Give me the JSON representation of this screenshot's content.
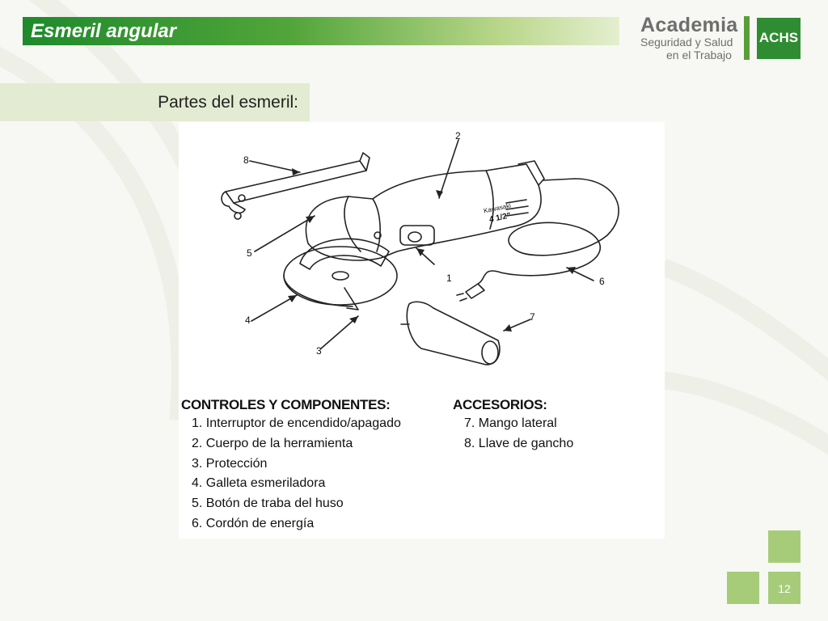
{
  "slide": {
    "title": "Esmeril angular",
    "subtitle": "Partes del esmeril:",
    "page_number": "12"
  },
  "logo": {
    "name": "Academia",
    "line1": "Seguridad y Salud",
    "line2": "en el Trabajo",
    "badge": "ACHS"
  },
  "figure": {
    "callouts": [
      "1",
      "2",
      "3",
      "4",
      "5",
      "6",
      "7",
      "8"
    ],
    "brand_text": "Kawasaki",
    "size_text": "4 1/2\"",
    "controls_heading": "CONTROLES Y COMPONENTES:",
    "controls": [
      "1. Interruptor de encendido/apagado",
      "2. Cuerpo de la herramienta",
      "3. Protección",
      "4. Galleta esmeriladora",
      "5. Botón de traba del huso",
      "6. Cordón de energía"
    ],
    "accessories_heading": "ACCESORIOS:",
    "accessories": [
      "7. Mango lateral",
      "8. Llave de gancho"
    ]
  },
  "colors": {
    "title_bar_start": "#1f8a2c",
    "title_bar_end": "#e4efcf",
    "accent_green": "#2f8c33",
    "square_green": "#a6cc7a",
    "subtitle_bg": "#e3ebd2"
  }
}
